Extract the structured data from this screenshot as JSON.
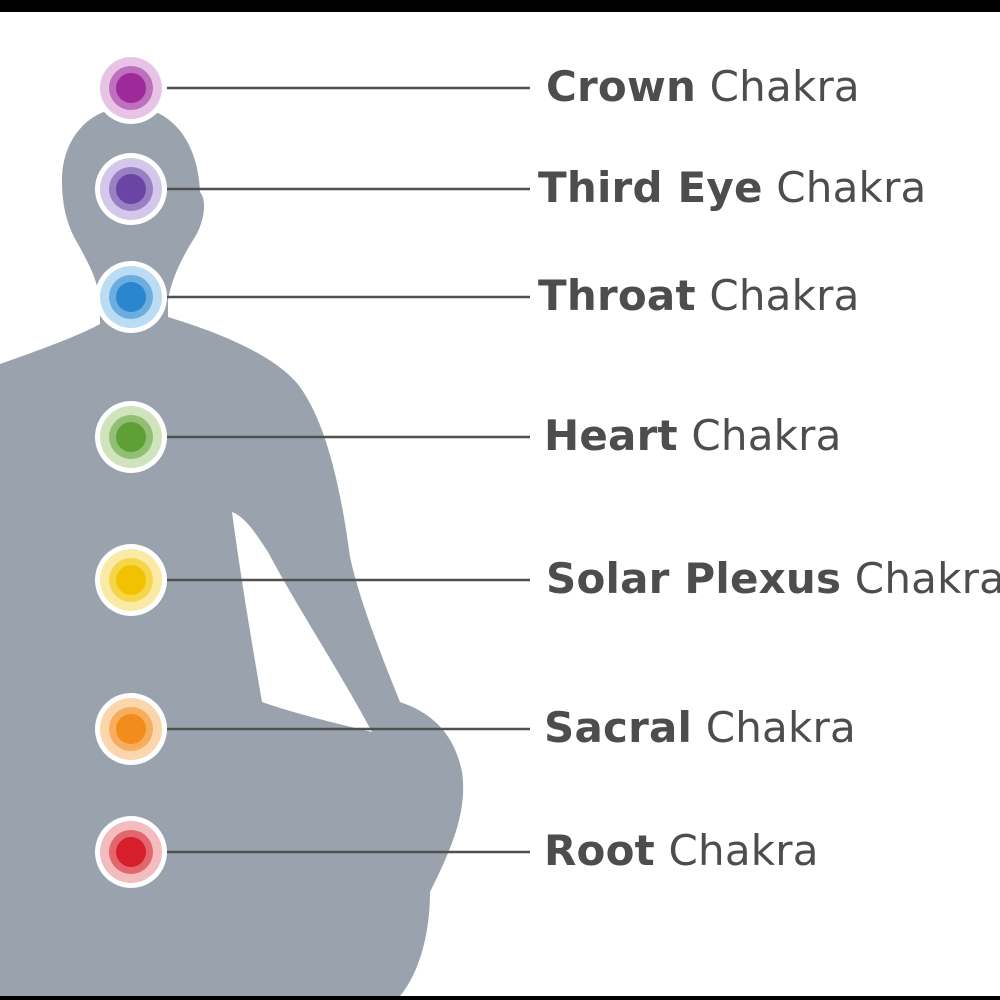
{
  "colors": {
    "background": "#ffffff",
    "frame": "#000000",
    "silhouette": "#9aa3ad",
    "connector": "#505050",
    "text": "#4d4d4d"
  },
  "chakras": [
    {
      "id": "crown",
      "name": "Crown",
      "suffix": "Chakra",
      "color": "#9c2a9a",
      "halo": "#e7c3e6"
    },
    {
      "id": "third-eye",
      "name": "Third Eye",
      "suffix": "Chakra",
      "color": "#6a45a6",
      "halo": "#d3c8ea"
    },
    {
      "id": "throat",
      "name": "Throat",
      "suffix": "Chakra",
      "color": "#2a86cf",
      "halo": "#bcdcf4"
    },
    {
      "id": "heart",
      "name": "Heart",
      "suffix": "Chakra",
      "color": "#5fa036",
      "halo": "#cfe4bd"
    },
    {
      "id": "solar-plexus",
      "name": "Solar Plexus",
      "suffix": "Chakra",
      "color": "#f2c200",
      "halo": "#fbeaa6"
    },
    {
      "id": "sacral",
      "name": "Sacral",
      "suffix": "Chakra",
      "color": "#f28c1a",
      "halo": "#fbd6ad"
    },
    {
      "id": "root",
      "name": "Root",
      "suffix": "Chakra",
      "color": "#d61f2a",
      "halo": "#f3bcbf"
    }
  ]
}
